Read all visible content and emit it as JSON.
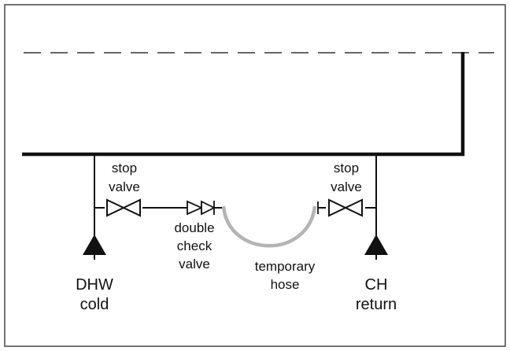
{
  "labels": {
    "stop_valve_left": [
      "stop",
      "valve"
    ],
    "stop_valve_right": [
      "stop",
      "valve"
    ],
    "double_check_valve": [
      "double",
      "check",
      "valve"
    ],
    "temporary_hose": [
      "temporary",
      "hose"
    ],
    "dhw_cold": [
      "DHW",
      "cold"
    ],
    "ch_return": [
      "CH",
      "return"
    ]
  },
  "colors": {
    "pipe": "#111111",
    "hose": "#b4b4b4",
    "border": "#444444"
  }
}
